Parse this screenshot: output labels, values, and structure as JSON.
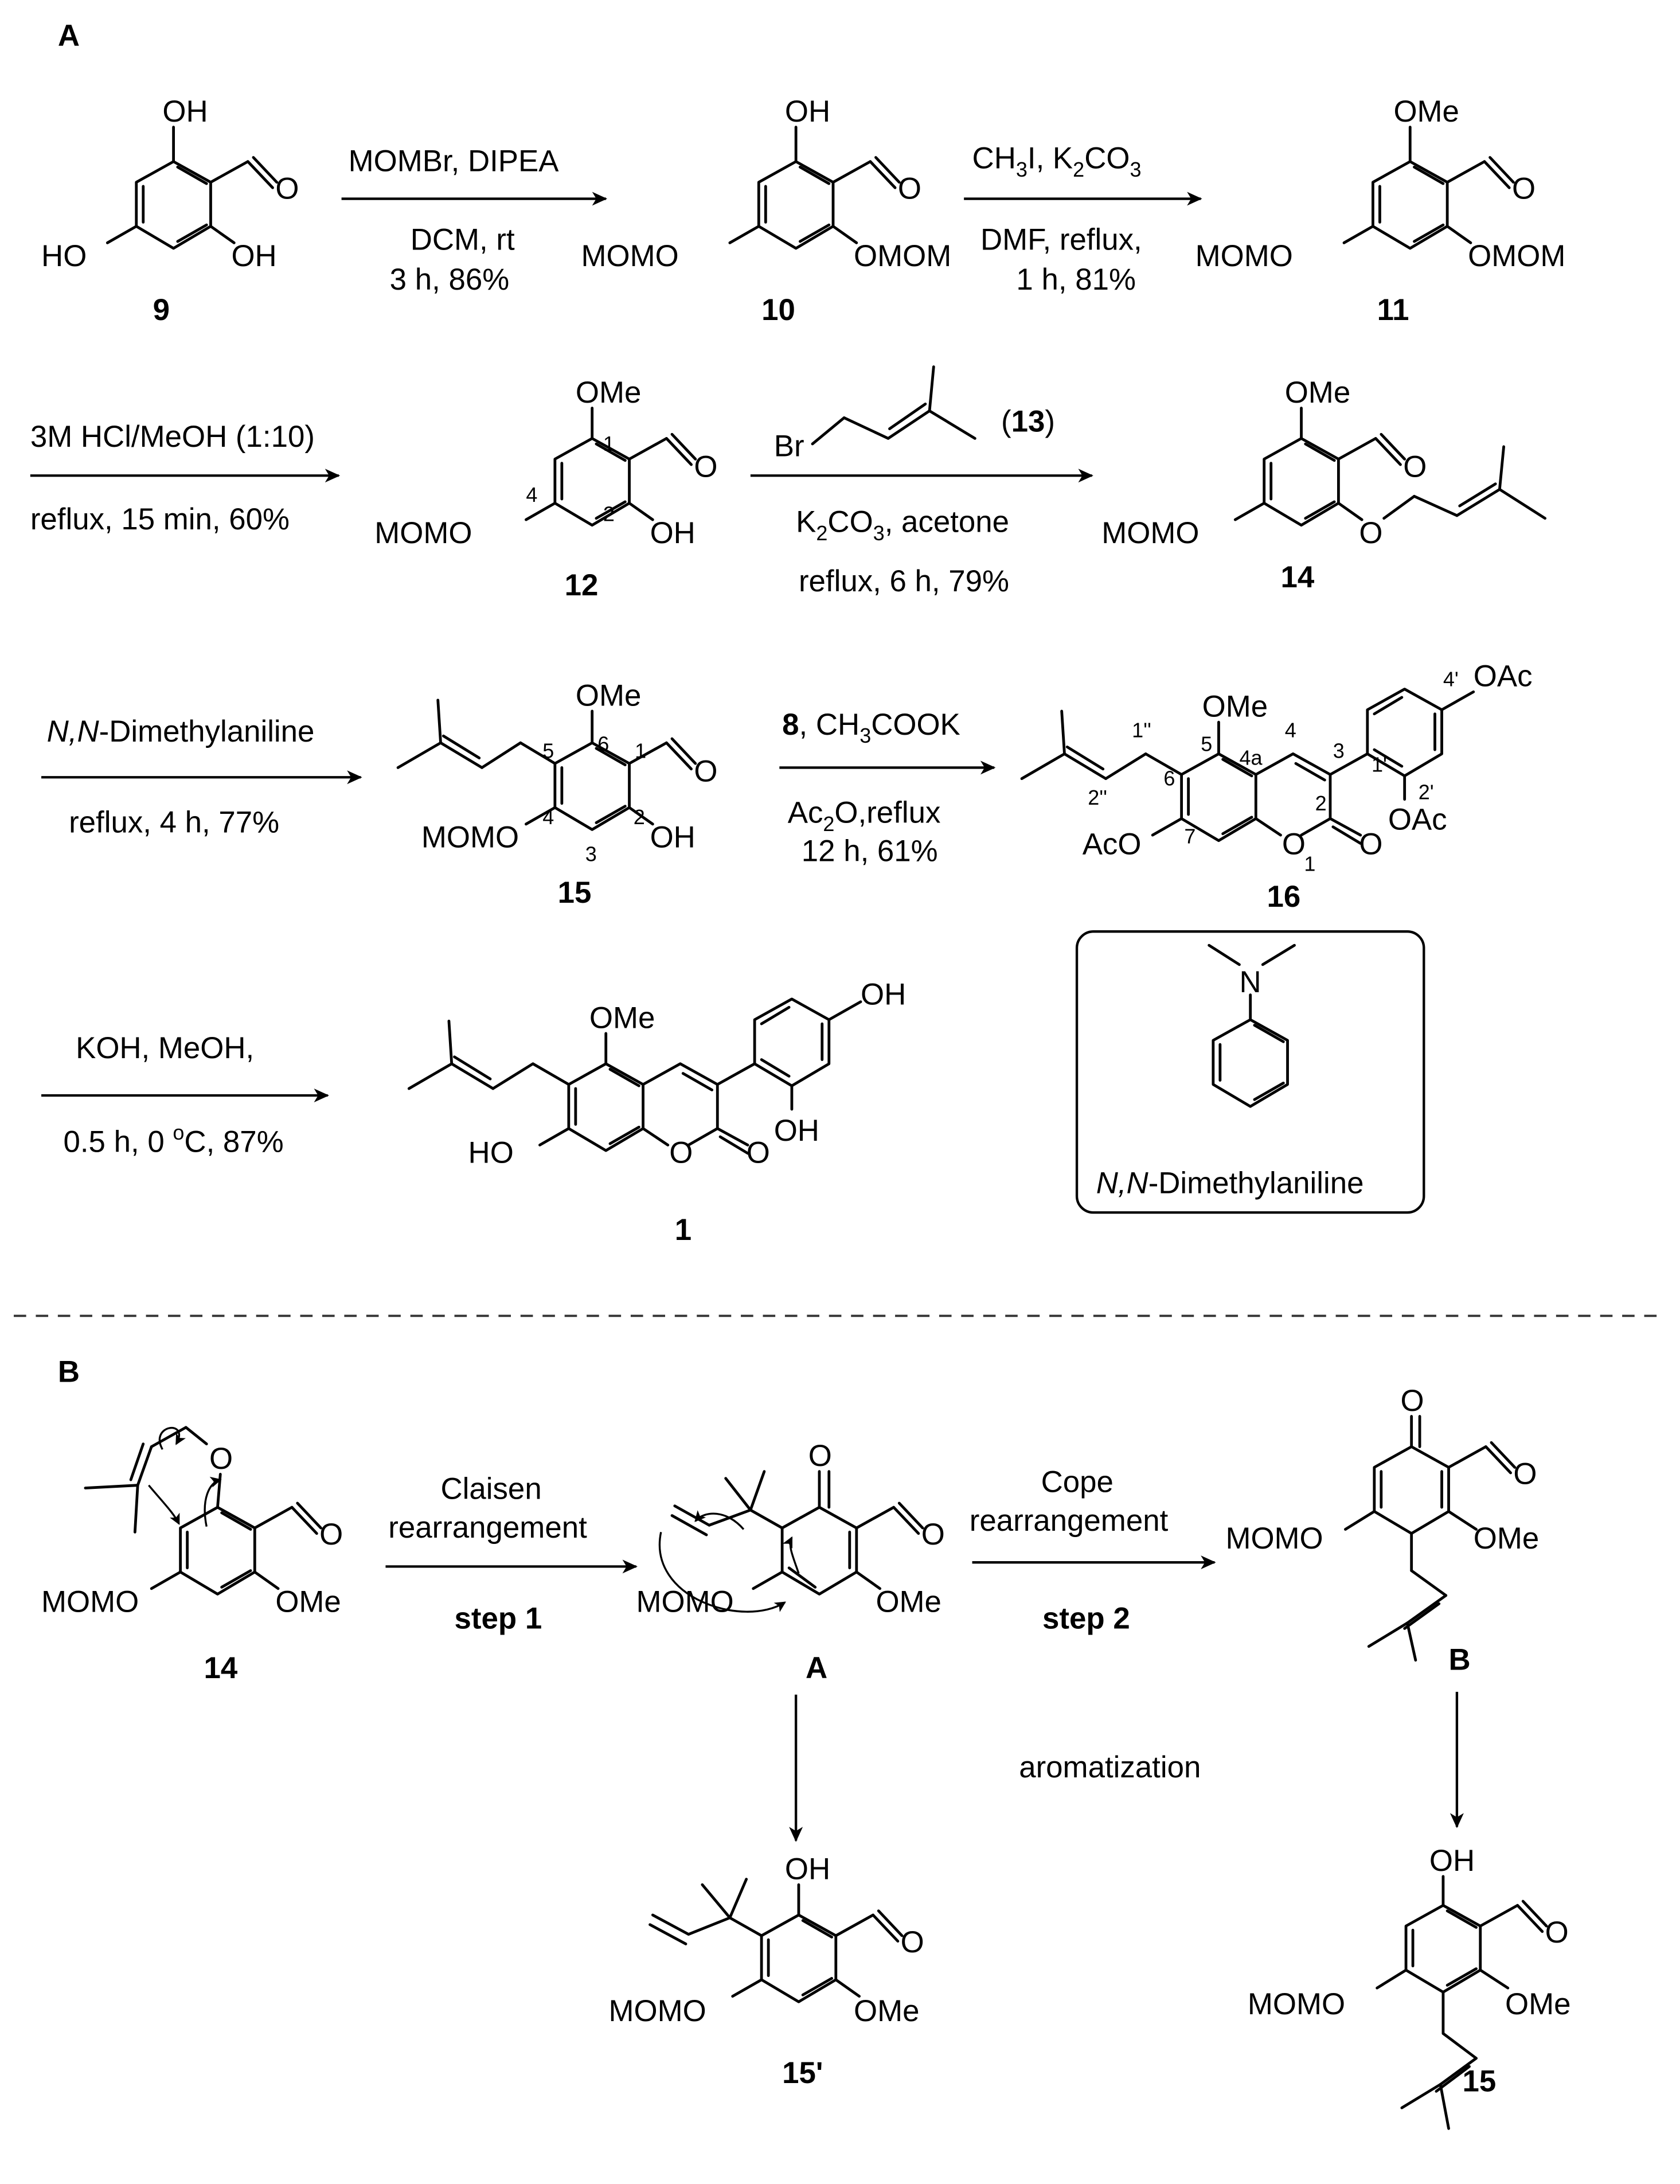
{
  "panels": {
    "a": "A",
    "b": "B"
  },
  "atoms": {
    "OH": "OH",
    "HO": "HO",
    "O": "O",
    "OMe": "OMe",
    "MOMO": "MOMO",
    "OMOM": "OMOM",
    "Br": "Br",
    "AcO": "AcO",
    "OAc": "OAc",
    "N": "N"
  },
  "compounds": {
    "c9": "9",
    "c10": "10",
    "c11": "11",
    "c12": "12",
    "c13": "13",
    "c14": "14",
    "c15": "15",
    "c16": "16",
    "c1": "1",
    "cA": "A",
    "cB": "B",
    "c15p": "15'"
  },
  "positions": {
    "p1": "1",
    "p2": "2",
    "p4": "4",
    "q1": "1",
    "q2": "2",
    "q3": "3",
    "q4": "4",
    "q5": "5",
    "q6": "6",
    "r1pp": "1''",
    "r2pp": "2''",
    "r4": "4",
    "r3": "3",
    "r4a": "4a",
    "r5": "5",
    "r6": "6",
    "r7": "7",
    "r2": "2",
    "rO1": "1",
    "r1p": "1'",
    "r2p": "2'",
    "r4p": "4'"
  },
  "reactions": {
    "r1_top": "MOMBr, DIPEA",
    "r1_bot1": "DCM, rt",
    "r1_bot2": "3 h, 86%",
    "r2_top": "CH",
    "r2_bot1": "DMF, reflux,",
    "r2_bot2": "1 h, 81%",
    "r3_top": "3M HCl/MeOH (1:10)",
    "r3_bot": "reflux, 15 min, 60%",
    "r4_bot1": "K",
    "r4_bot2": "reflux, 6 h, 79%",
    "r5_top_italic": "N,N",
    "r5_top_rest": "-Dimethylaniline",
    "r5_bot": "reflux, 4 h, 77%",
    "r6_top_bold": "8",
    "r6_top_rest": ", CH",
    "r6_bot1": "Ac",
    "r6_bot2": "12 h, 61%",
    "r7_top": "KOH, MeOH,",
    "r7_bot": "0.5 h, 0 ",
    "r7_bot_sup": "o",
    "r7_bot_end": "C, 87%"
  },
  "box_label_italic": "N,N",
  "box_label_rest": "-Dimethylaniline",
  "partB": {
    "claisen1": "Claisen",
    "claisen2": "rearrangement",
    "step1": "step 1",
    "cope1": "Cope",
    "cope2": "rearrangement",
    "step2": "step 2",
    "aromatization": "aromatization"
  }
}
